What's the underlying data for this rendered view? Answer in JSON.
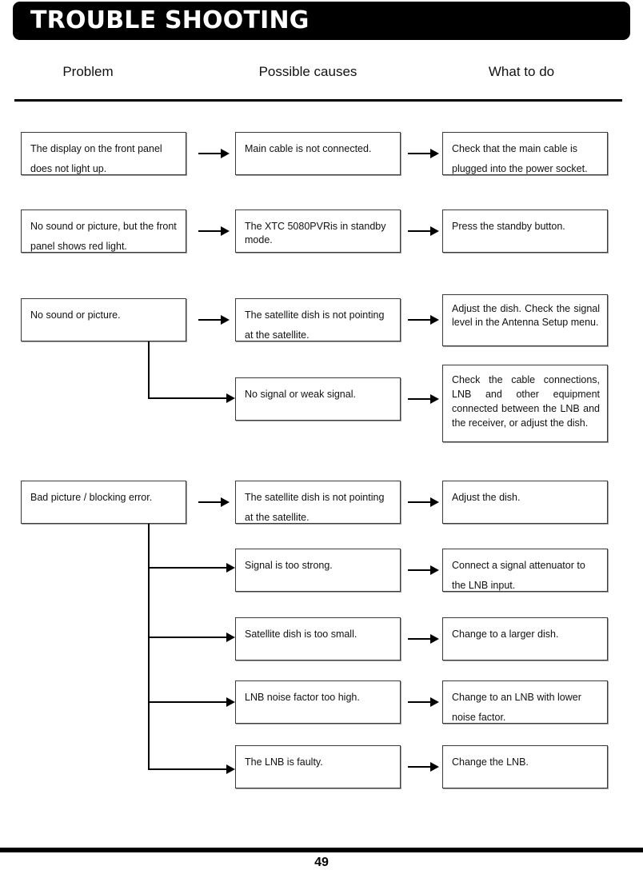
{
  "page": {
    "title": "TROUBLE SHOOTING",
    "page_number": "49"
  },
  "columns": {
    "problem": "Problem",
    "possible_causes": "Possible causes",
    "what_to_do": "What to do"
  },
  "rows": [
    {
      "problem": "The display on the front panel does not light up.",
      "cause": "Main cable is not connected.",
      "action": "Check that the main cable is plugged into the power socket."
    },
    {
      "problem": "No sound or picture, but the front panel shows red light.",
      "cause": "The XTC 5080PVRis in standby mode.",
      "action": "Press the standby button."
    },
    {
      "problem": "No sound or picture.",
      "cause": "The satellite dish is not pointing at the satellite.",
      "action": "Adjust the dish. Check the signal level in the Antenna Setup menu."
    },
    {
      "problem": "",
      "cause": "No signal or weak signal.",
      "action": "Check the cable connections, LNB and other equipment connected between the LNB and the receiver, or adjust the dish."
    },
    {
      "problem": "Bad picture / blocking error.",
      "cause": "The satellite dish is not pointing at the satellite.",
      "action": "Adjust the dish."
    },
    {
      "problem": "",
      "cause": "Signal is too strong.",
      "action": "Connect a signal attenuator to  the LNB input."
    },
    {
      "problem": "",
      "cause": "Satellite dish is too small.",
      "action": "Change to a larger dish."
    },
    {
      "problem": "",
      "cause": "LNB noise factor too high.",
      "action": "Change to an LNB with lower noise factor."
    },
    {
      "problem": "",
      "cause": " The LNB is faulty.",
      "action": "Change the LNB."
    }
  ]
}
